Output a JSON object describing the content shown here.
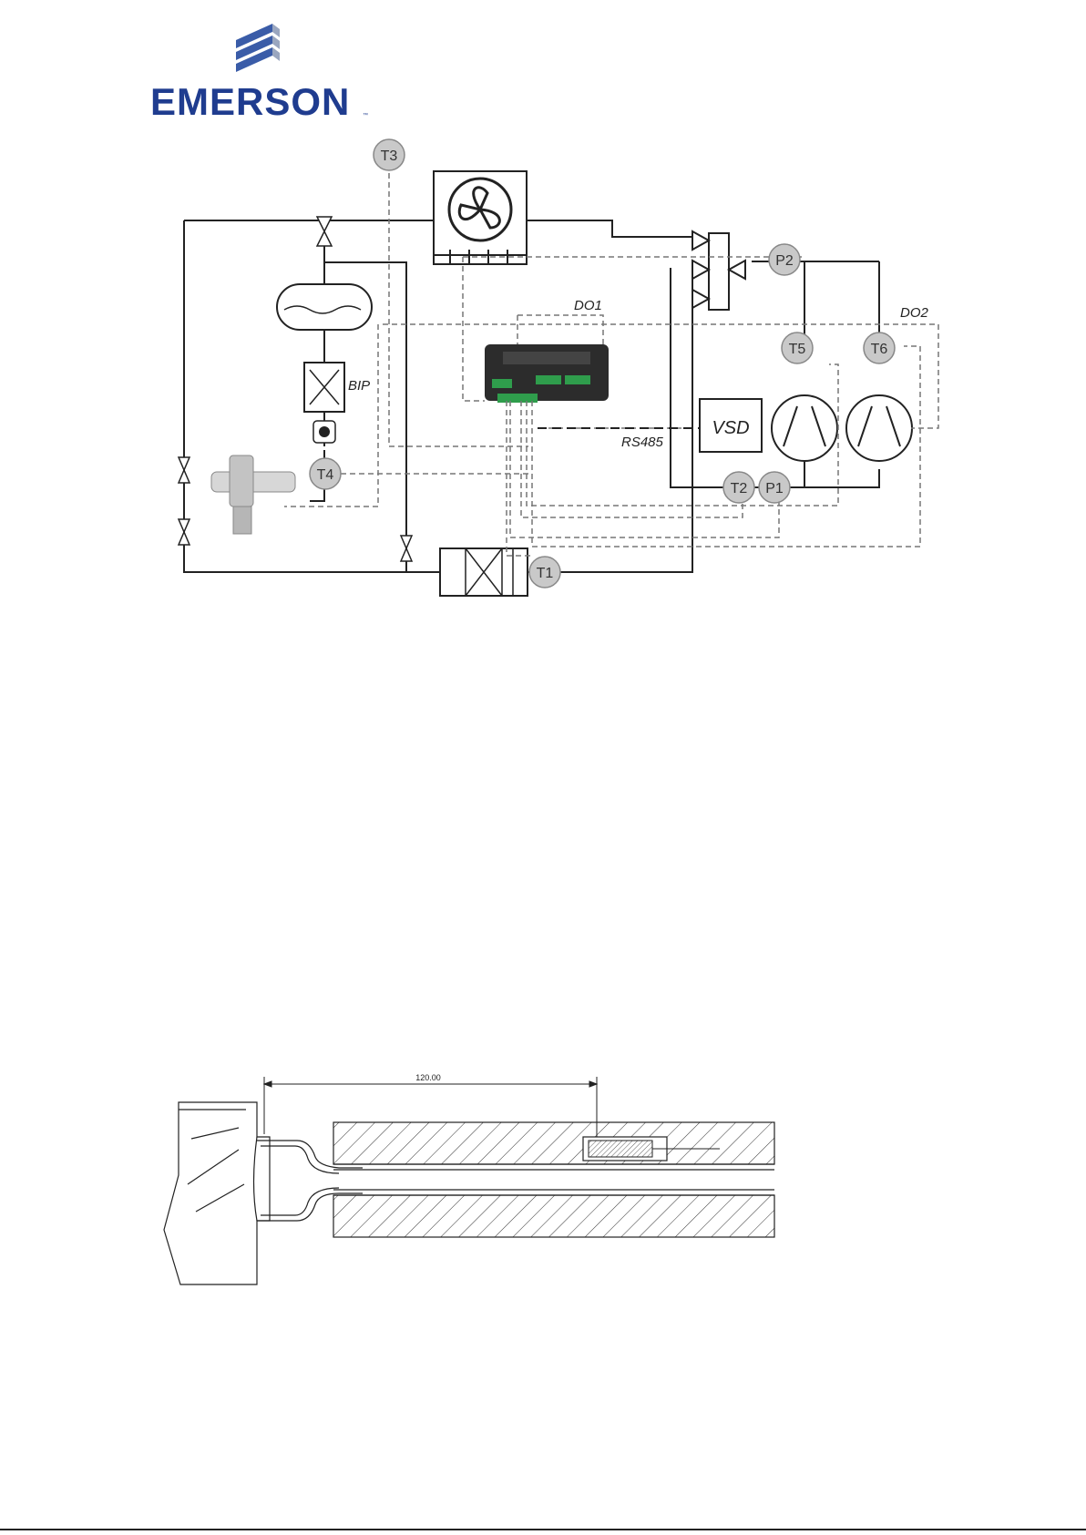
{
  "logo": {
    "wordmark": "EMERSON",
    "trademark": "™"
  },
  "schematic": {
    "line_labels": {
      "do1": "DO1",
      "do2": "DO2",
      "bip": "BIP",
      "rs485": "RS485"
    },
    "vsd_label": "VSD",
    "sensors": {
      "t1": "T1",
      "t2": "T2",
      "t3": "T3",
      "t4": "T4",
      "t5": "T5",
      "t6": "T6",
      "p1": "P1",
      "p2": "P2"
    }
  },
  "section_drawing": {
    "dimension_value": "120.00"
  },
  "colors": {
    "brand_blue": "#1f3c8f",
    "sensor_fill": "#c9c9c9",
    "line": "#222222",
    "dashed": "#777777"
  }
}
